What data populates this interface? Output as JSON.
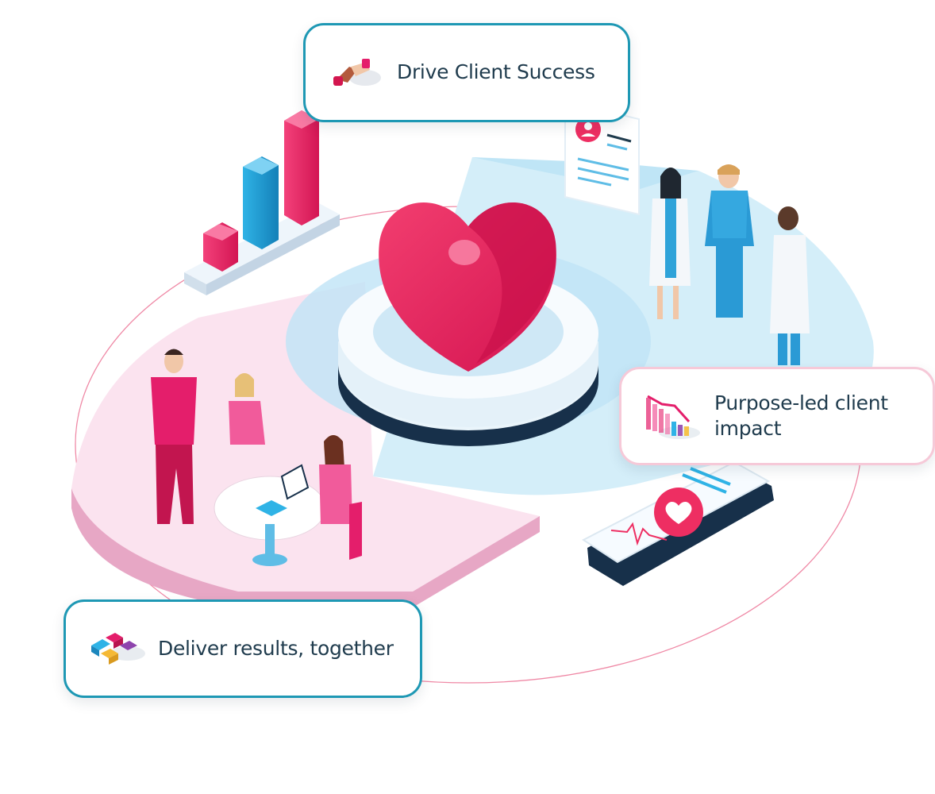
{
  "cards": {
    "drive": {
      "label": "Drive Client Success",
      "icon": "handshake-icon"
    },
    "purpose": {
      "label": "Purpose-led client impact",
      "icon": "bar-chart-icon"
    },
    "deliver": {
      "label": "Deliver results, together",
      "icon": "puzzle-blocks-icon"
    }
  },
  "colors": {
    "teal_border": "#1e98b4",
    "pink_border": "#f6c9d8",
    "heart": "#ee2e62",
    "text": "#1f3b4d",
    "light_blue": "#cdebf7",
    "light_pink": "#f9d9e9"
  }
}
